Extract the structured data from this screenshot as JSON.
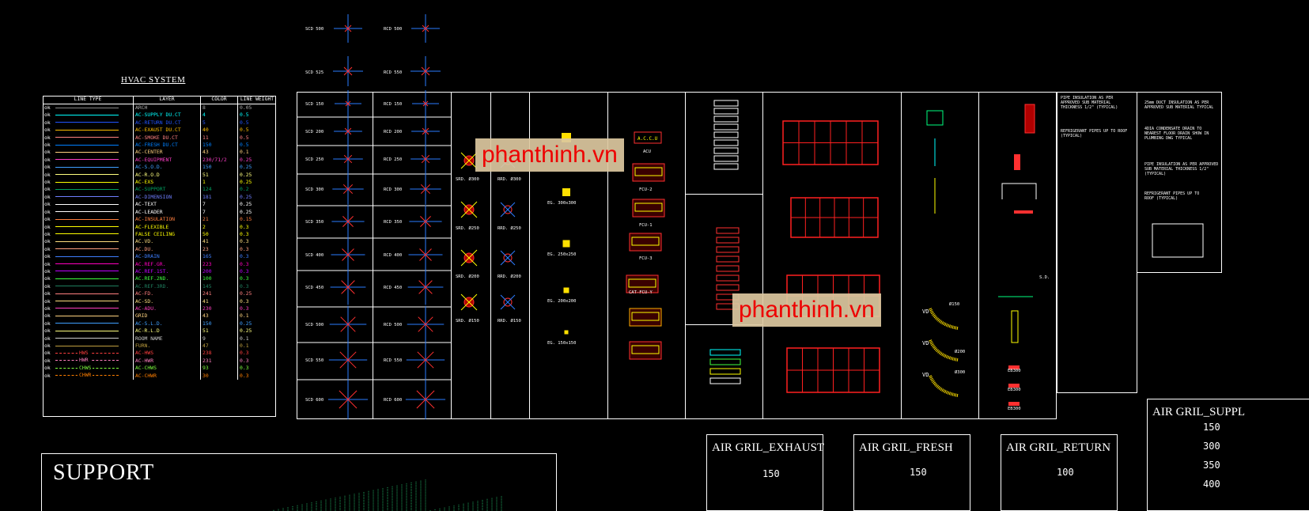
{
  "hvac": {
    "title": "HVAC SYSTEM",
    "headers": [
      "LINE TYPE",
      "LAYER",
      "COLOR",
      "LINE WEIGHT"
    ],
    "rows": [
      {
        "lt": "ok",
        "layer": "ARCH",
        "color": "8",
        "weight": "0.05",
        "c": "#aaaaaa",
        "lc": "#888888"
      },
      {
        "lt": "ok",
        "layer": "AC-SUPPLY DU.CT",
        "color": "4",
        "weight": "0.5",
        "c": "#00ffff",
        "lc": "#00ffff"
      },
      {
        "lt": "ok",
        "layer": "AC-RETURN DU.CT",
        "color": "5",
        "weight": "0.5",
        "c": "#2255ff",
        "lc": "#2255ff"
      },
      {
        "lt": "ok",
        "layer": "AC-EXAUST DU.CT",
        "color": "40",
        "weight": "0.5",
        "c": "#ffbf00",
        "lc": "#ffbf00"
      },
      {
        "lt": "ok",
        "layer": "AC-SMOKE DU.CT",
        "color": "11",
        "weight": "0.5",
        "c": "#ff8080",
        "lc": "#ff8080"
      },
      {
        "lt": "ok",
        "layer": "AC-FRESH DU.CT",
        "color": "150",
        "weight": "0.5",
        "c": "#0080ff",
        "lc": "#0080ff"
      },
      {
        "lt": "ok",
        "layer": "AC-CENTER",
        "color": "43",
        "weight": "0.1",
        "c": "#ffd27f",
        "lc": "#ffd27f"
      },
      {
        "lt": "ok",
        "layer": "AC-EQUIPMENT",
        "color": "230/71/2",
        "weight": "0.25",
        "c": "#ff3fc8",
        "lc": "#ff3fc8"
      },
      {
        "lt": "ok",
        "layer": "AC-S.O.D.",
        "color": "150",
        "weight": "0.25",
        "c": "#3f9fff",
        "lc": "#3f9fff"
      },
      {
        "lt": "ok",
        "layer": "AC-R.O.D",
        "color": "51",
        "weight": "0.25",
        "c": "#ffff7f",
        "lc": "#ffff7f"
      },
      {
        "lt": "ok",
        "layer": "AC-EXS",
        "color": "1",
        "weight": "0.25",
        "c": "#ffff00",
        "lc": "#ffff00"
      },
      {
        "lt": "ok",
        "layer": "AC-SUPPORT",
        "color": "124",
        "weight": "0.2",
        "c": "#00a060",
        "lc": "#00a060"
      },
      {
        "lt": "ok",
        "layer": "AC-DIMENSION",
        "color": "181",
        "weight": "0.25",
        "c": "#6f7fff",
        "lc": "#6f7fff"
      },
      {
        "lt": "ok",
        "layer": "AC-TEXT",
        "color": "7",
        "weight": "0.25",
        "c": "#ffffff",
        "lc": "#ffffff"
      },
      {
        "lt": "ok",
        "layer": "AC-LEADER",
        "color": "7",
        "weight": "0.25",
        "c": "#ffffff",
        "lc": "#ffffff"
      },
      {
        "lt": "ok",
        "layer": "AC-INSULATION",
        "color": "21",
        "weight": "0.15",
        "c": "#ff7f3f",
        "lc": "#ff7f3f"
      },
      {
        "lt": "ok",
        "layer": "AC-FLEXIBLE",
        "color": "2",
        "weight": "0.3",
        "c": "#ffff00",
        "lc": "#ffff00"
      },
      {
        "lt": "ok",
        "layer": "FALSE CEILING",
        "color": "50",
        "weight": "0.3",
        "c": "#ffff00",
        "lc": "#ffff00"
      },
      {
        "lt": "ok",
        "layer": "AC.VD.",
        "color": "41",
        "weight": "0.3",
        "c": "#ffdf7f",
        "lc": "#ffdf7f"
      },
      {
        "lt": "ok",
        "layer": "AC.DU.",
        "color": "23",
        "weight": "0.3",
        "c": "#ff9f7f",
        "lc": "#ff9f7f"
      },
      {
        "lt": "ok",
        "layer": "AC-DRAIN",
        "color": "165",
        "weight": "0.3",
        "c": "#3f7fff",
        "lc": "#3f7fff"
      },
      {
        "lt": "ok",
        "layer": "AC.REF.GR.",
        "color": "223",
        "weight": "0.3",
        "c": "#ff00bf",
        "lc": "#ff00bf"
      },
      {
        "lt": "ok",
        "layer": "AC.REF.1ST.",
        "color": "200",
        "weight": "0.3",
        "c": "#bf00ff",
        "lc": "#bf00ff"
      },
      {
        "lt": "ok",
        "layer": "AC.REF.2ND.",
        "color": "100",
        "weight": "0.3",
        "c": "#3fff3f",
        "lc": "#3fff3f"
      },
      {
        "lt": "ok",
        "layer": "AC.REF.3RD.",
        "color": "145",
        "weight": "0.3",
        "c": "#1f7f5f",
        "lc": "#1f7f5f"
      },
      {
        "lt": "ok",
        "layer": "AC-FD.",
        "color": "241",
        "weight": "0.25",
        "c": "#ff7f7f",
        "lc": "#ff7f7f"
      },
      {
        "lt": "ok",
        "layer": "AC-SD.",
        "color": "41",
        "weight": "0.3",
        "c": "#ffdf7f",
        "lc": "#ffdf7f"
      },
      {
        "lt": "ok",
        "layer": "AC-ADU.",
        "color": "230",
        "weight": "0.3",
        "c": "#ff3fbf",
        "lc": "#ff3fbf"
      },
      {
        "lt": "ok",
        "layer": "GRID",
        "color": "43",
        "weight": "0.1",
        "c": "#ffd27f",
        "lc": "#ffd27f"
      },
      {
        "lt": "ok",
        "layer": "AC-S.L.D.",
        "color": "150",
        "weight": "0.25",
        "c": "#3f9fff",
        "lc": "#3f9fff"
      },
      {
        "lt": "ok",
        "layer": "AC-R.L.D",
        "color": "51",
        "weight": "0.25",
        "c": "#ffff7f",
        "lc": "#ffff7f"
      },
      {
        "lt": "ok",
        "layer": "ROOM NAME",
        "color": "9",
        "weight": "0.1",
        "c": "#cccccc",
        "lc": "#cccccc"
      },
      {
        "lt": "ok",
        "layer": "FURN.",
        "color": "47",
        "weight": "0.1",
        "c": "#bf9f3f",
        "lc": "#bf9f3f"
      },
      {
        "lt": "ok",
        "layer": "AC-HWS",
        "color": "238",
        "weight": "0.3",
        "c": "#ff3f3f",
        "lc": "#ff3f3f",
        "ln": "HWS"
      },
      {
        "lt": "ok",
        "layer": "AC-HWR",
        "color": "231",
        "weight": "0.3",
        "c": "#ff7fbf",
        "lc": "#ff7fbf",
        "ln": "HWR"
      },
      {
        "lt": "ok",
        "layer": "AC-CHWS",
        "color": "93",
        "weight": "0.3",
        "c": "#7fff3f",
        "lc": "#7fff3f",
        "ln": "CHWS"
      },
      {
        "lt": "ok",
        "layer": "AC-CHWR",
        "color": "30",
        "weight": "0.3",
        "c": "#ff7f00",
        "lc": "#ff7f00",
        "ln": "CHWR"
      }
    ]
  },
  "watermark": {
    "text1": "phanthinh.vn",
    "text2": "phanthinh.vn"
  },
  "diffusers": {
    "top_left": [
      "SCD 500",
      "SCD 525"
    ],
    "top_right": [
      "RCD 500",
      "RCD 550"
    ],
    "left": [
      "SCD 150",
      "SCD 200",
      "SCD 250",
      "SCD 300",
      "SCD 350",
      "SCD 400",
      "SCD 450",
      "SCD 500",
      "SCD 550",
      "SCD 600"
    ],
    "right": [
      "RCD 150",
      "RCD 200",
      "RCD 250",
      "RCD 300",
      "RCD 350",
      "RCD 400",
      "RCD 450",
      "RCD 500",
      "RCD 550",
      "RCD 600"
    ]
  },
  "round_diffusers": {
    "supply": [
      "SRD. Ø300",
      "SRD. Ø250",
      "SRD. Ø200",
      "SRD. Ø150"
    ],
    "return": [
      "RRD. Ø300",
      "RRD. Ø250",
      "RRD. Ø200",
      "RRD. Ø150"
    ]
  },
  "exhaust": [
    "EG. 300x300",
    "EG. 250x250",
    "EG. 200x200",
    "EG. 150x150"
  ],
  "units": [
    "A.C.C.U",
    "ACU",
    "FCU-2",
    "FCU-1",
    "FCU-3",
    "CAT-FCU-Y"
  ],
  "notes_right": [
    "PIPE INSULATION AS PER APPROVED SUB MATERIAL THICKNESS 1/2\" (TYPICAL)",
    "25mm DUCT INSULATION AS PER APPROVED SUB MATERIAL TYPICAL",
    "REFRIGERANT PIPES UP TO ROOF (TYPICAL)",
    "4DIA CONDENSATE DRAIN TO NEAREST FLOOR DRAIN SHOW IN PLUMBING DWG TYPICAL",
    "PIPE INSULATION AS PER APPROVED SUB MATERIAL THICKNESS 1/2\" (TYPICAL)",
    "REFRIGERANT PIPES UP TO ROOF (TYPICAL)"
  ],
  "grills": [
    {
      "title": "AIR GRIL_EXHAUST",
      "items": [
        "150"
      ]
    },
    {
      "title": "AIR GRIL_FRESH",
      "items": [
        "150"
      ]
    },
    {
      "title": "AIR GRIL_RETURN",
      "items": [
        "100"
      ]
    },
    {
      "title": "AIR GRIL_SUPPL",
      "items": [
        "150",
        "300",
        "350",
        "400"
      ]
    }
  ],
  "support": {
    "title": "SUPPORT"
  },
  "misc_labels": {
    "sd": "S.D.",
    "d150": "Ø150",
    "d200": "Ø200",
    "d300": "Ø300",
    "vd": "VD",
    "eb": [
      "EB300",
      "EB300",
      "EB300"
    ]
  }
}
